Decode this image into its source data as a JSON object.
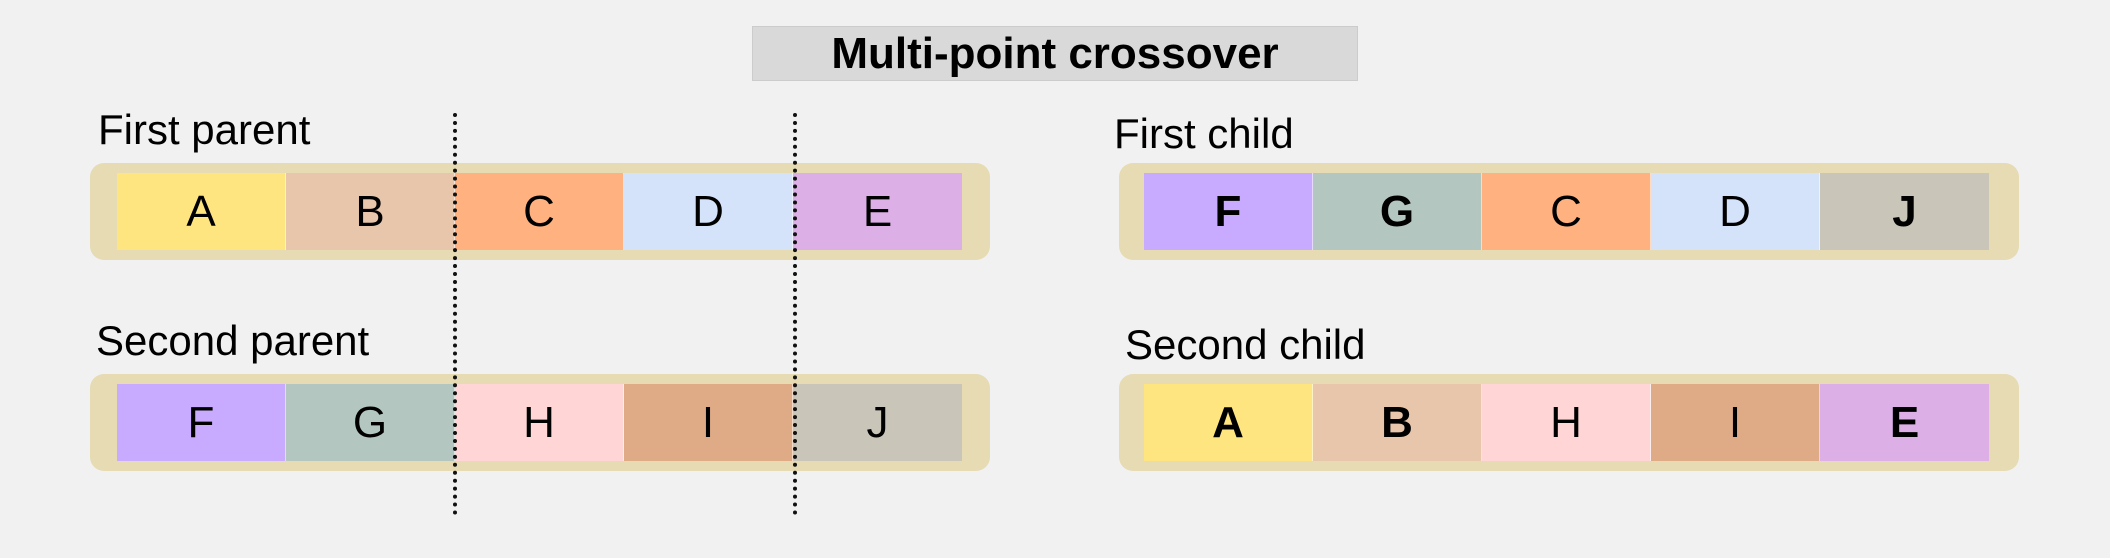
{
  "title": "Multi-point crossover",
  "parents": [
    {
      "label": "First parent",
      "genes": [
        {
          "letter": "A",
          "color": "#ffe57f",
          "bold": false
        },
        {
          "letter": "B",
          "color": "#e8c6ab",
          "bold": false
        },
        {
          "letter": "C",
          "color": "#ffb27f",
          "bold": false
        },
        {
          "letter": "D",
          "color": "#d4e3fa",
          "bold": false
        },
        {
          "letter": "E",
          "color": "#dcafe6",
          "bold": false
        }
      ]
    },
    {
      "label": "Second parent",
      "genes": [
        {
          "letter": "F",
          "color": "#c8aaff",
          "bold": false
        },
        {
          "letter": "G",
          "color": "#b3c6c0",
          "bold": false
        },
        {
          "letter": "H",
          "color": "#ffd5d6",
          "bold": false
        },
        {
          "letter": "I",
          "color": "#dfaa86",
          "bold": false
        },
        {
          "letter": "J",
          "color": "#cac5b9",
          "bold": false
        }
      ]
    }
  ],
  "children": [
    {
      "label": "First child",
      "genes": [
        {
          "letter": "F",
          "color": "#c8aaff",
          "bold": true
        },
        {
          "letter": "G",
          "color": "#b3c6c0",
          "bold": true
        },
        {
          "letter": "C",
          "color": "#ffb27f",
          "bold": false
        },
        {
          "letter": "D",
          "color": "#d4e3fa",
          "bold": false
        },
        {
          "letter": "J",
          "color": "#cac5b9",
          "bold": true
        }
      ]
    },
    {
      "label": "Second child",
      "genes": [
        {
          "letter": "A",
          "color": "#ffe57f",
          "bold": true
        },
        {
          "letter": "B",
          "color": "#e8c6ab",
          "bold": true
        },
        {
          "letter": "H",
          "color": "#ffd5d6",
          "bold": false
        },
        {
          "letter": "I",
          "color": "#dfaa86",
          "bold": false
        },
        {
          "letter": "E",
          "color": "#dcafe6",
          "bold": true
        }
      ]
    }
  ],
  "colors": {
    "background": "#f2f1f1",
    "chromosome_frame": "#e6dbb3",
    "title_box": "#d9d9d9"
  }
}
